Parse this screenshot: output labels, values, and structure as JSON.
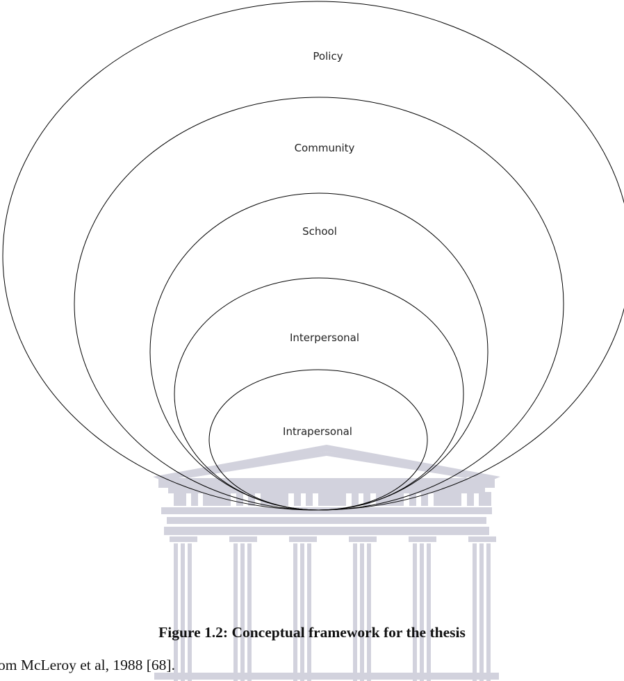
{
  "diagram": {
    "levels": [
      {
        "id": "policy",
        "label": "Policy"
      },
      {
        "id": "community",
        "label": "Community"
      },
      {
        "id": "school",
        "label": "School"
      },
      {
        "id": "interpersonal",
        "label": "Interpersonal"
      },
      {
        "id": "intrapersonal",
        "label": "Intrapersonal"
      }
    ]
  },
  "caption": "Figure 1.2: Conceptual framework for the thesis",
  "source_line": "om McLeroy et al, 1988 [68].",
  "colors": {
    "stroke": "#000000",
    "watermark": "#c7c7d4",
    "text": "#111111"
  }
}
